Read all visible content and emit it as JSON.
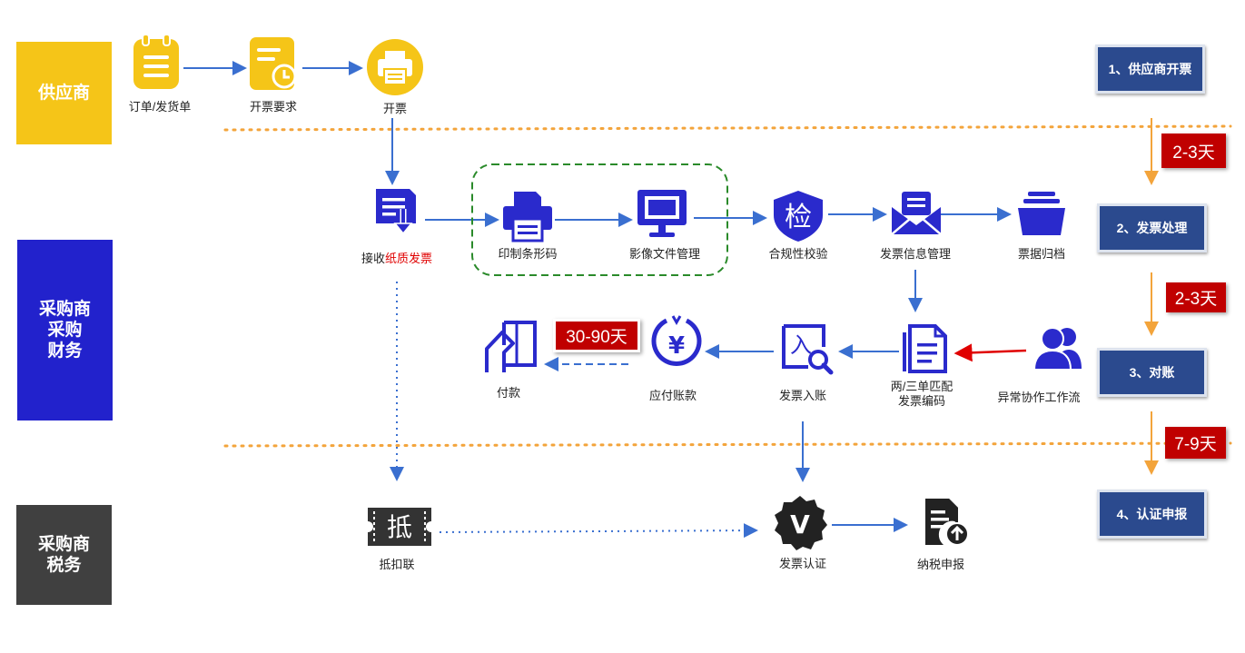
{
  "lanes": {
    "supplier": "供应商",
    "finance": "采购商\n采购\n财务",
    "tax": "采购商\n税务"
  },
  "nodes": {
    "order": "订单/发货单",
    "invoice_req": "开票要求",
    "issue": "开票",
    "receive_prefix": "接收",
    "receive_highlight": "纸质发票",
    "barcode": "印制条形码",
    "image_mgmt": "影像文件管理",
    "compliance": "合规性校验",
    "invoice_info": "发票信息管理",
    "archive": "票据归档",
    "match_line1": "两/三单匹配",
    "match_line2": "发票编码",
    "exception": "异常协作工作流",
    "posting": "发票入账",
    "payable": "应付账款",
    "payment": "付款",
    "deduction": "抵扣联",
    "verify": "发票认证",
    "tax_declare": "纳税申报"
  },
  "icon_glyphs": {
    "check": "检",
    "deduct": "抵",
    "yen": "¥",
    "verify_v": "V",
    "ticket": "入"
  },
  "steps": [
    "1、供应商开票",
    "2、发票处理",
    "3、对账",
    "4、认证申报"
  ],
  "durations": {
    "d1": "2-3天",
    "d2": "2-3天",
    "d3": "7-9天",
    "payment_term": "30-90天"
  },
  "colors": {
    "supplier_lane": "#f5c518",
    "finance_lane": "#2222cc",
    "tax_lane": "#404040",
    "icon_yellow": "#f5c518",
    "icon_blue": "#2a2acc",
    "arrow_blue": "#3a6fd0",
    "badge_red": "#c00000",
    "dotted_orange": "#f3a43b",
    "step_box": "#2b4a8e",
    "group_border": "#2a8a2a",
    "highlight_text": "#e00000"
  }
}
